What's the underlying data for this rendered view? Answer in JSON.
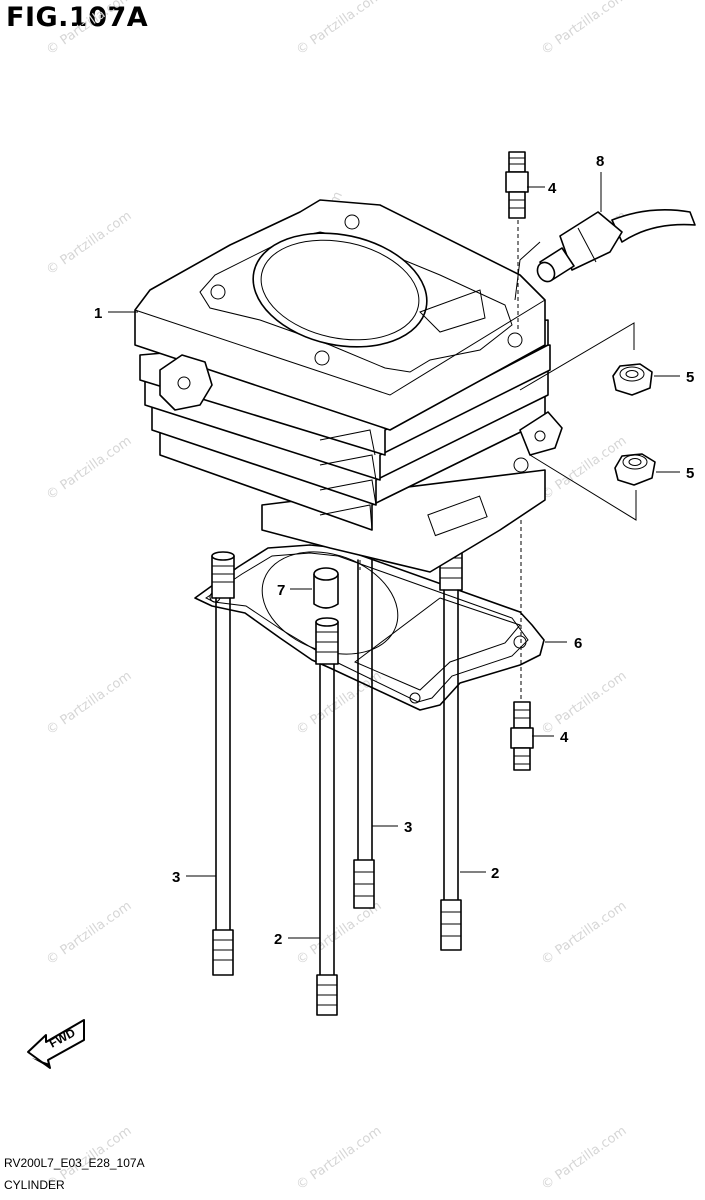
{
  "figure": {
    "title": "FIG.107A",
    "model_code": "RV200L7_E03_E28_107A",
    "section_name": "CYLINDER"
  },
  "watermark": {
    "text": "© Partzilla.com",
    "color": "#d6d6d6"
  },
  "fwd_arrow": {
    "label": "FWD"
  },
  "callouts": [
    {
      "number": "1",
      "part": "cylinder"
    },
    {
      "number": "2",
      "part": "stud-long"
    },
    {
      "number": "2",
      "part": "stud-long"
    },
    {
      "number": "3",
      "part": "stud-long"
    },
    {
      "number": "3",
      "part": "stud-long"
    },
    {
      "number": "4",
      "part": "stud-short"
    },
    {
      "number": "4",
      "part": "stud-short"
    },
    {
      "number": "5",
      "part": "nut"
    },
    {
      "number": "5",
      "part": "nut"
    },
    {
      "number": "6",
      "part": "gasket"
    },
    {
      "number": "7",
      "part": "dowel-pin"
    },
    {
      "number": "8",
      "part": "temperature-sensor"
    }
  ]
}
